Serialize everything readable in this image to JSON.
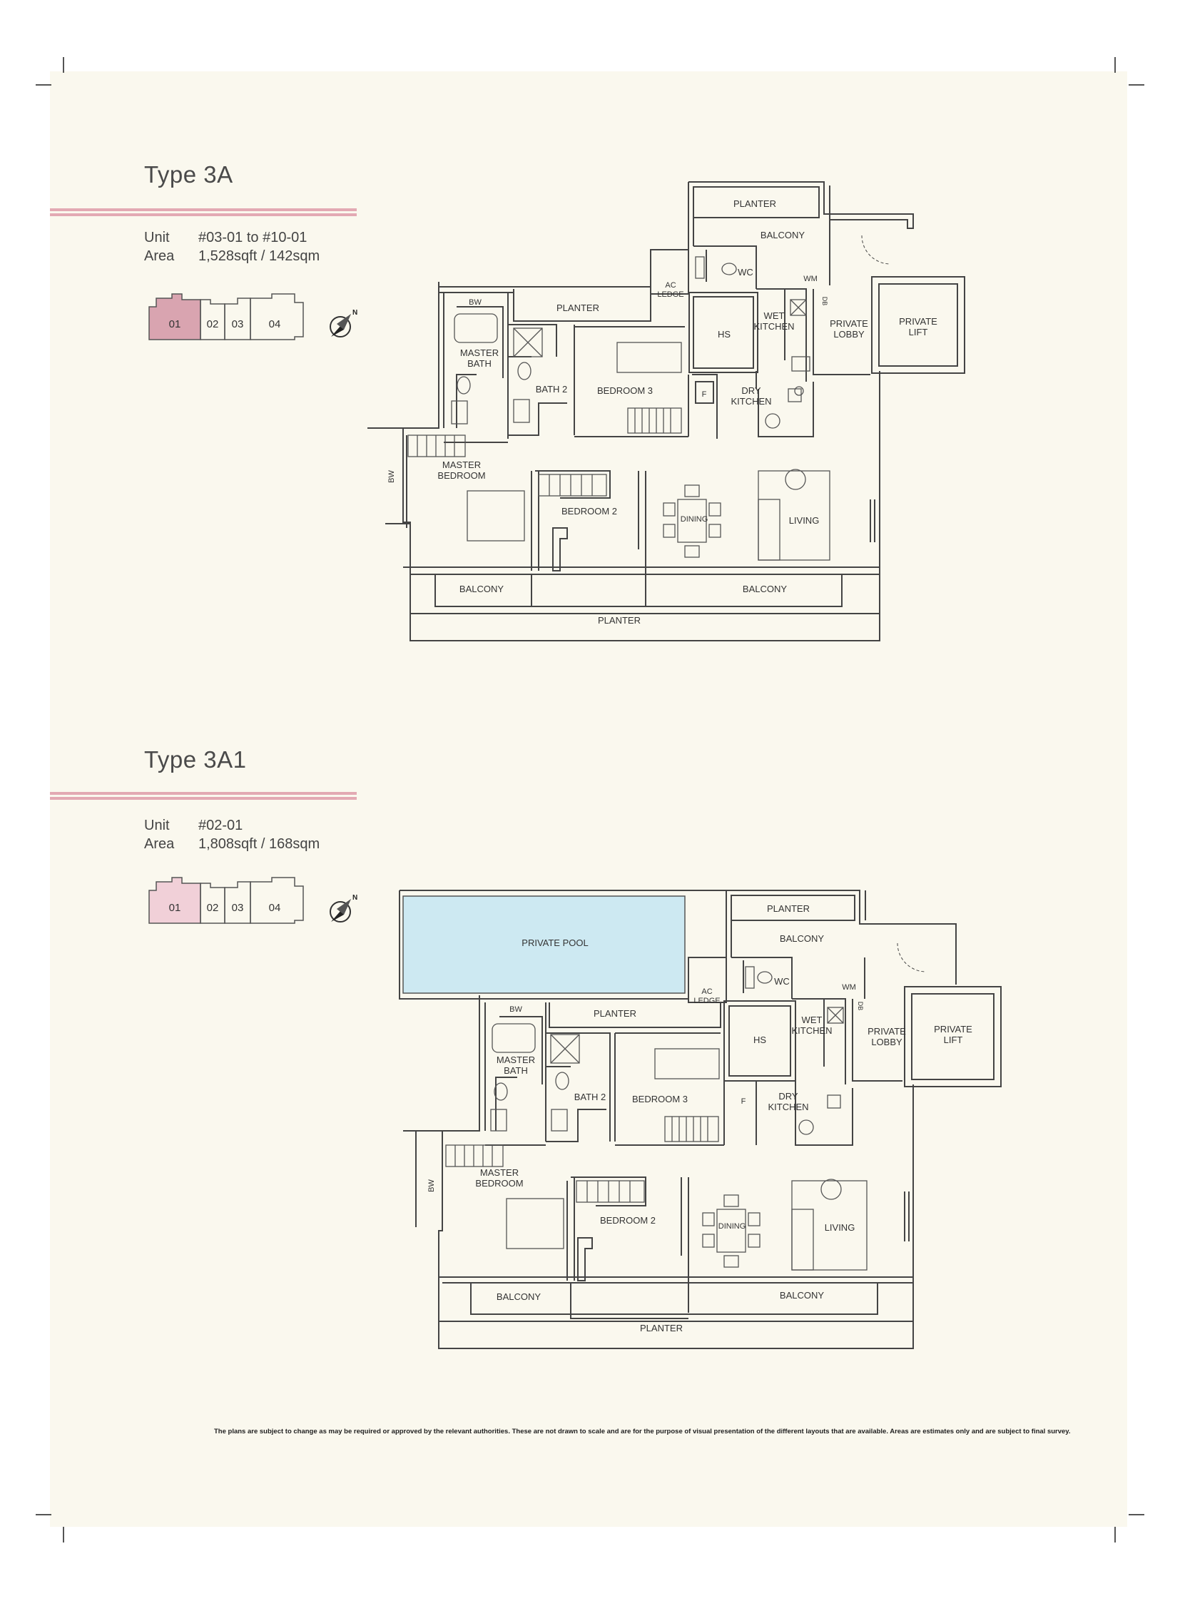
{
  "plans": [
    {
      "title": "Type 3A",
      "unit_label": "Unit",
      "unit_value": "#03-01 to #10-01",
      "area_label": "Area",
      "area_value": "1,528sqft / 142sqm",
      "key_units": [
        "01",
        "02",
        "03",
        "04"
      ],
      "highlight_color": "#d9a4b0",
      "rooms": {
        "planter_top": "PLANTER",
        "balcony_top": "BALCONY",
        "wc": "WC",
        "wm": "WM",
        "ac_ledge": "AC\nLEDGE",
        "bw_top": "BW",
        "planter_mid": "PLANTER",
        "hs": "HS",
        "wet_kitchen": "WET\nKITCHEN",
        "db": "DB",
        "private_lobby": "PRIVATE\nLOBBY",
        "private_lift": "PRIVATE\nLIFT",
        "master_bath": "MASTER\nBATH",
        "bath2": "BATH 2",
        "bedroom3": "BEDROOM 3",
        "f": "F",
        "dry_kitchen": "DRY\nKITCHEN",
        "bw_side": "BW",
        "master_bedroom": "MASTER\nBEDROOM",
        "bedroom2": "BEDROOM 2",
        "dining": "DINING",
        "living": "LIVING",
        "balcony_left": "BALCONY",
        "balcony_right": "BALCONY",
        "planter_bottom": "PLANTER"
      }
    },
    {
      "title": "Type 3A1",
      "unit_label": "Unit",
      "unit_value": "#02-01",
      "area_label": "Area",
      "area_value": "1,808sqft / 168sqm",
      "key_units": [
        "01",
        "02",
        "03",
        "04"
      ],
      "highlight_color": "#f1d0d8",
      "pool_color": "#cde9f2",
      "rooms": {
        "private_pool": "PRIVATE POOL",
        "planter_top": "PLANTER",
        "balcony_top": "BALCONY",
        "wc": "WC",
        "wm": "WM",
        "ac_ledge": "AC\nLEDGE",
        "bw_top": "BW",
        "planter_mid": "PLANTER",
        "hs": "HS",
        "wet_kitchen": "WET\nKITCHEN",
        "db": "DB",
        "private_lobby": "PRIVATE\nLOBBY",
        "private_lift": "PRIVATE\nLIFT",
        "master_bath": "MASTER\nBATH",
        "bath2": "BATH 2",
        "bedroom3": "BEDROOM 3",
        "f": "F",
        "dry_kitchen": "DRY\nKITCHEN",
        "bw_side": "BW",
        "master_bedroom": "MASTER\nBEDROOM",
        "bedroom2": "BEDROOM 2",
        "dining": "DINING",
        "living": "LIVING",
        "balcony_left": "BALCONY",
        "balcony_right": "BALCONY",
        "planter_bottom": "PLANTER"
      }
    }
  ],
  "disclaimer": "The plans are subject to change as may be required or approved by the relevant authorities. These are not drawn to scale and are for the purpose of visual presentation of the different layouts that are available. Areas are estimates only and are subject to final survey."
}
